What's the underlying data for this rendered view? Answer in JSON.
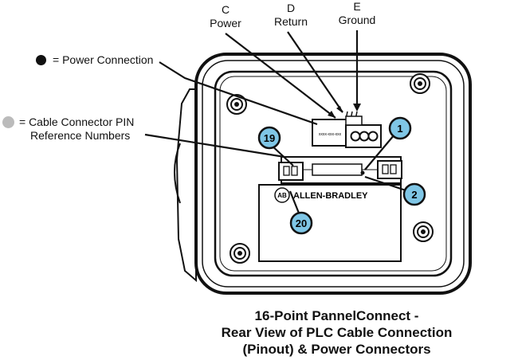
{
  "labels": {
    "c_letter": "C",
    "c_name": "Power",
    "d_letter": "D",
    "d_name": "Return",
    "e_letter": "E",
    "e_name": "Ground"
  },
  "legend": {
    "power_text": "= Power Connection",
    "pin_text_line1": "= Cable Connector PIN",
    "pin_text_line2": "Reference Numbers",
    "power_color": "#111111",
    "pin_color": "#bbbbbb"
  },
  "pins": {
    "pin1": "1",
    "pin2": "2",
    "pin19": "19",
    "pin20": "20",
    "pin_fill": "#7fc6e6"
  },
  "device": {
    "brand": "ALLEN-BRADLEY",
    "logo": "AB",
    "part_number": "xxxx-xxx-xxx"
  },
  "caption": {
    "line1": "16-Point PannelConnect -",
    "line2": "Rear View of PLC Cable Connection",
    "line3": "(Pinout) & Power Connectors"
  }
}
